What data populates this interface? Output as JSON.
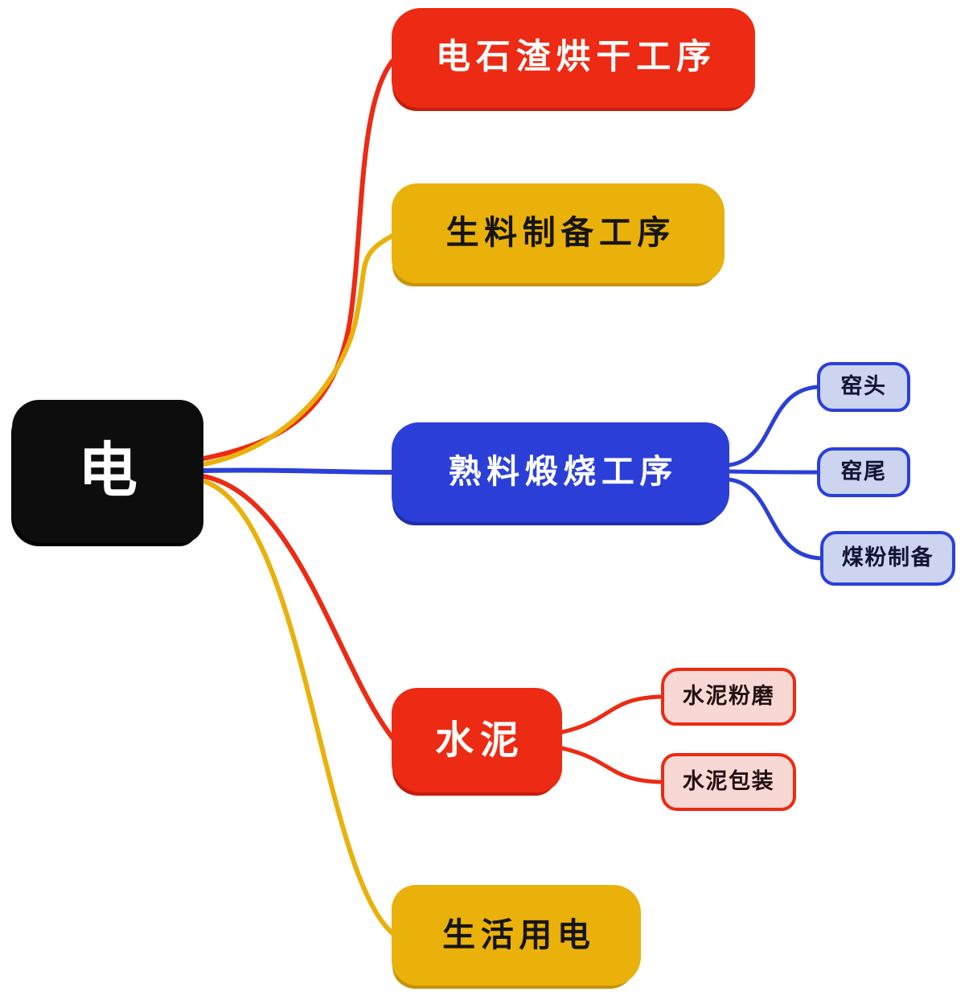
{
  "colors": {
    "red": "#ed2a13",
    "yellow": "#e9b10a",
    "blue": "#2b3fd8",
    "black": "#0d0d0d",
    "blue_light": "#ccd4ef",
    "pink_light": "#f8d8d4",
    "background": "#ffffff"
  },
  "mindmap": {
    "root": {
      "label": "电"
    },
    "branches": [
      {
        "label": "电石渣烘干工序",
        "color": "red"
      },
      {
        "label": "生料制备工序",
        "color": "yellow"
      },
      {
        "label": "熟料煅烧工序",
        "color": "blue",
        "children": [
          {
            "label": "窑头"
          },
          {
            "label": "窑尾"
          },
          {
            "label": "煤粉制备"
          }
        ]
      },
      {
        "label": "水泥",
        "color": "red",
        "children": [
          {
            "label": "水泥粉磨"
          },
          {
            "label": "水泥包装"
          }
        ]
      },
      {
        "label": "生活用电",
        "color": "yellow"
      }
    ]
  }
}
